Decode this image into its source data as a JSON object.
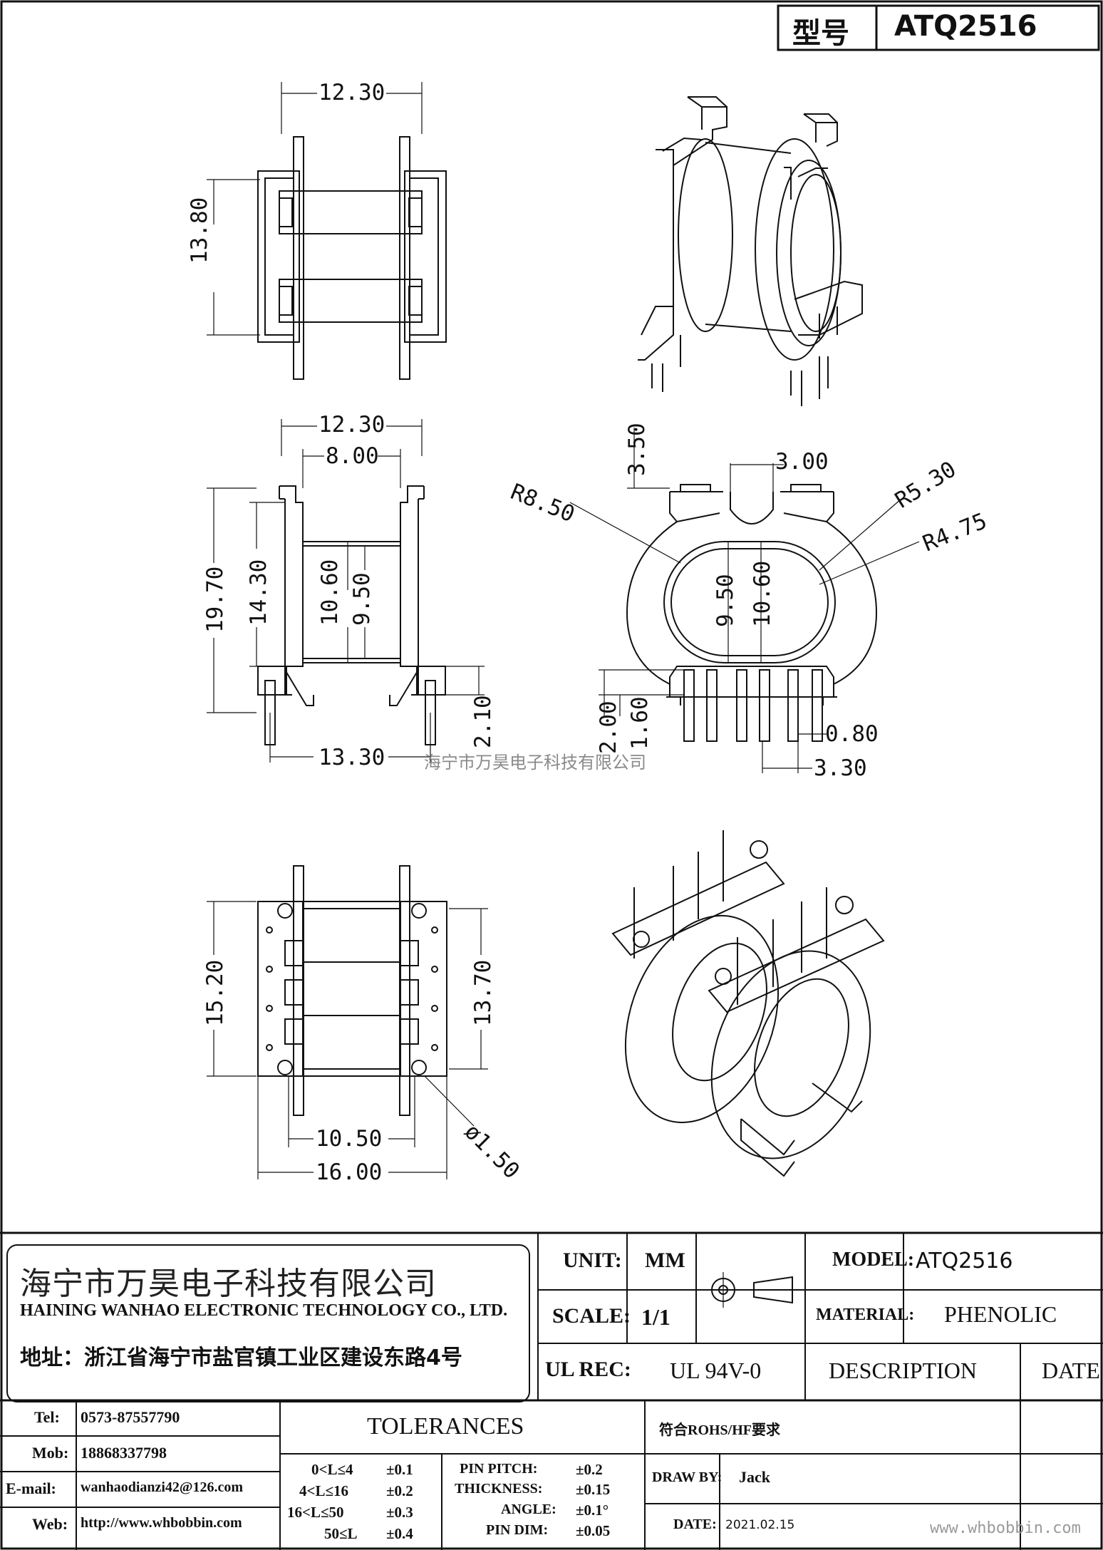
{
  "header": {
    "model_label": "型号",
    "model_value": "ATQ2516"
  },
  "watermark": "海宁市万昊电子科技有限公司",
  "dimensions": {
    "top_width": "12.30",
    "top_height": "13.80",
    "front_overall_width": "12.30",
    "front_inner_width": "8.00",
    "front_total_height": "19.70",
    "front_flange_height": "14.30",
    "front_core_outer": "10.60",
    "front_core_inner": "9.50",
    "front_pin_height": "2.10",
    "front_pin_span": "13.30",
    "side_radius_outer": "R8.50",
    "side_top_height": "3.50",
    "side_slot_width": "3.00",
    "side_radius_mid": "R5.30",
    "side_radius_inner": "R4.75",
    "side_inner_9_50": "9.50",
    "side_inner_10_60": "10.60",
    "side_2_00": "2.00",
    "side_1_60": "1.60",
    "side_pin_dia": "0.80",
    "side_pin_pitch": "3.30",
    "bottom_height": "15.20",
    "bottom_inner_height": "13.70",
    "bottom_inner_width": "10.50",
    "bottom_width": "16.00",
    "bottom_hole": "ø1.50"
  },
  "title_block": {
    "company_cn": "海宁市万昊电子科技有限公司",
    "company_en": "HAINING WANHAO ELECTRONIC TECHNOLOGY CO., LTD.",
    "address": "地址：浙江省海宁市盐官镇工业区建设东路4号",
    "unit_label": "UNIT:",
    "unit_value": "MM",
    "scale_label": "SCALE:",
    "scale_value": "1/1",
    "ul_label": "UL REC:",
    "ul_value": "UL 94V-0",
    "model_label": "MODEL:",
    "model_value": "ATQ2516",
    "material_label": "MATERIAL:",
    "material_value": "PHENOLIC",
    "description_label": "DESCRIPTION",
    "date_label": "DATE",
    "tel_label": "Tel:",
    "tel_value": "0573-87557790",
    "mob_label": "Mob:",
    "mob_value": "18868337798",
    "email_label": "E-mail:",
    "email_value": "wanhaodianzi42@126.com",
    "web_label": "Web:",
    "web_value": "http://www.whbobbin.com",
    "tolerances_label": "TOLERANCES",
    "tol_rows": [
      {
        "range": "0<L≤4",
        "value": "±0.1"
      },
      {
        "range": "4<L≤16",
        "value": "±0.2"
      },
      {
        "range": "16<L≤50",
        "value": "±0.3"
      },
      {
        "range": "50≤L",
        "value": "±0.4"
      }
    ],
    "tol_other": [
      {
        "label": "PIN PITCH:",
        "value": "±0.2"
      },
      {
        "label": "THICKNESS:",
        "value": "±0.15"
      },
      {
        "label": "ANGLE:",
        "value": "±0.1°"
      },
      {
        "label": "PIN DIM:",
        "value": "±0.05"
      }
    ],
    "rohs": "符合ROHS/HF要求",
    "draw_label": "DRAW BY:",
    "draw_value": "Jack",
    "date_field_label": "DATE:",
    "date_value": "2021.02.15",
    "site_watermark": "www.whbobbin.com"
  }
}
